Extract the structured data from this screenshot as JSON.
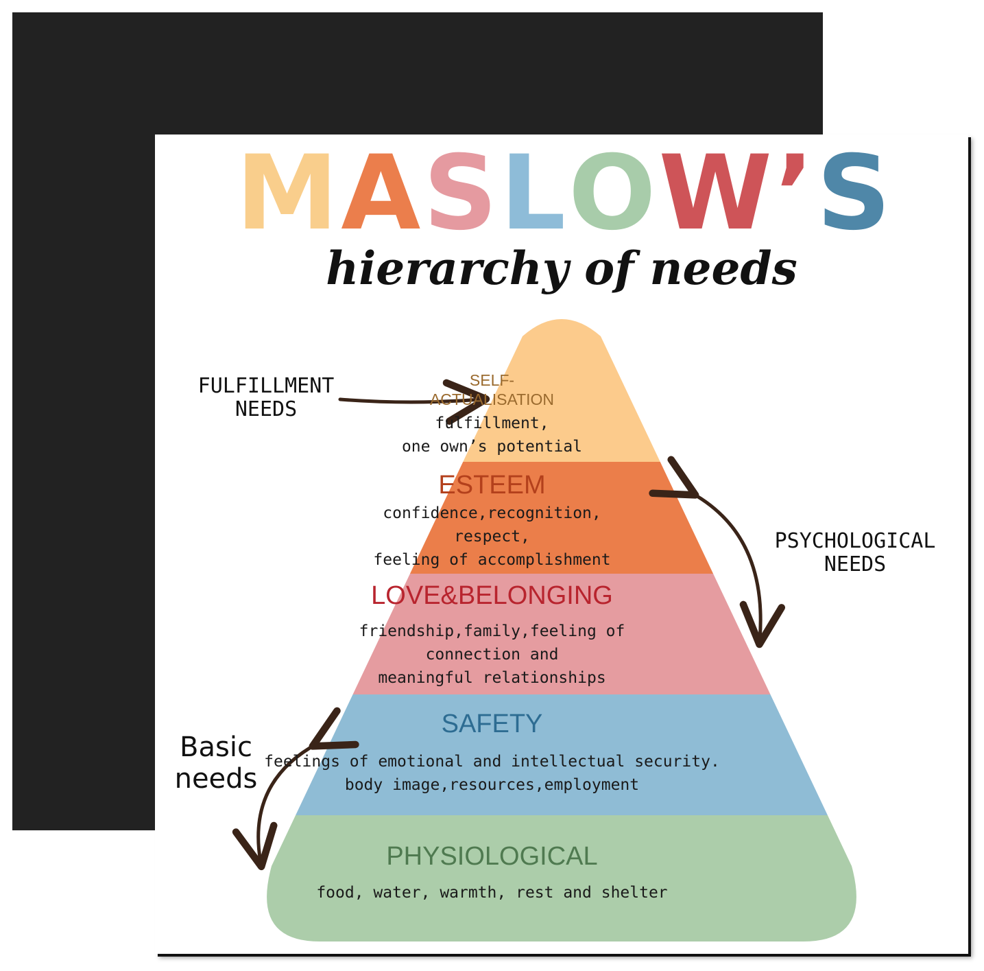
{
  "title": {
    "letters": [
      {
        "char": "M",
        "color": "#F9CE8C"
      },
      {
        "char": "A",
        "color": "#EB7E4C"
      },
      {
        "char": "S",
        "color": "#E59AA0"
      },
      {
        "char": "L",
        "color": "#8EBCD8"
      },
      {
        "char": "O",
        "color": "#A8CCAA"
      },
      {
        "char": "W",
        "color": "#CE5458"
      },
      {
        "char": "’",
        "color": "#CE5458"
      },
      {
        "char": "S",
        "color": "#4F87A8"
      }
    ]
  },
  "subtitle": "hierarchy of needs",
  "tiers": [
    {
      "name": "SELF-\nACTUALISATION",
      "description": "fulfillment,\none own’s potential",
      "fill": "#FCCB8C",
      "name_color": "#9A6A2E"
    },
    {
      "name": "ESTEEM",
      "description": "confidence,recognition,\nrespect,\nfeeling of accomplishment",
      "fill": "#EB7E4A",
      "name_color": "#B3401C"
    },
    {
      "name": "LOVE&BELONGING",
      "description": "friendship,family,feeling of\nconnection and\nmeaningful relationships",
      "fill": "#E59CA0",
      "name_color": "#B8242E"
    },
    {
      "name": "SAFETY",
      "description": "feelings of emotional and intellectual security.\nbody image,resources,employment",
      "fill": "#8FBCD5",
      "name_color": "#2D6C92"
    },
    {
      "name": "PHYSIOLOGICAL",
      "description": "food, water, warmth, rest and shelter",
      "fill": "#ACCDAA",
      "name_color": "#4F7A50"
    }
  ],
  "side_labels": {
    "fulfillment": "FULFILLMENT\nNEEDS",
    "psychological": "PSYCHOLOGICAL\nNEEDS",
    "basic": "Basic\nneeds"
  },
  "colors": {
    "arrow": "#3a2418",
    "back_card": "#222222"
  }
}
